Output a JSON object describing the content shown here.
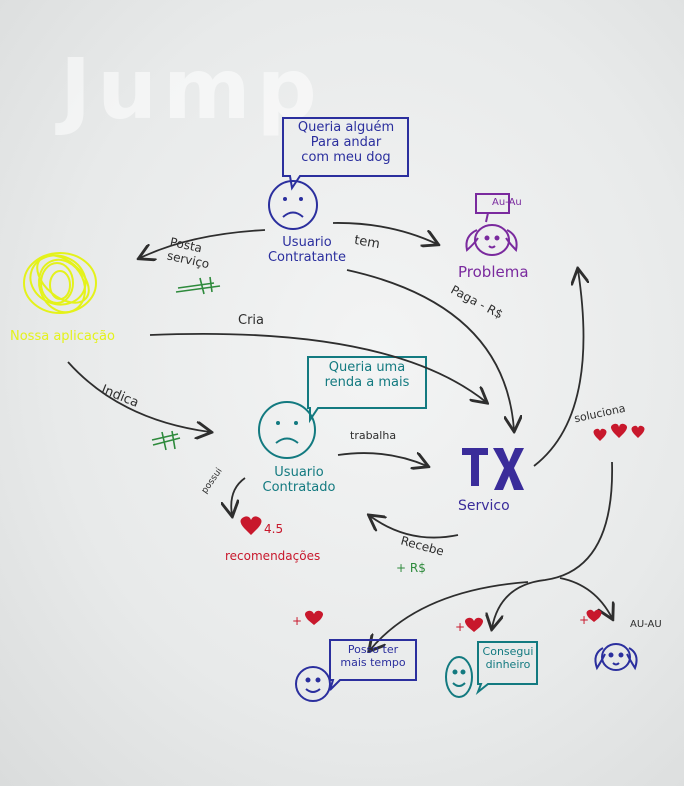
{
  "watermark": "Jump",
  "actors": {
    "contratante": {
      "bubble": "Queria alguém\nPara andar\ncom meu dog",
      "label": "Usuario\nContratante",
      "face": "sad-face-icon"
    },
    "contratado": {
      "bubble": "Queria uma\nrenda a mais",
      "label": "Usuario\nContratado",
      "face": "sad-face-icon"
    }
  },
  "nodes": {
    "app": "Nossa aplicação",
    "problema": "Problema",
    "problema_bubble": "Au-Au",
    "servico": "Servico",
    "servico_logo": "TX"
  },
  "edges": {
    "posta_servico": "Posta\nserviço",
    "tem": "tem",
    "cria": "Cria",
    "paga": "Paga - R$",
    "indica": "Indica",
    "trabalha": "trabalha",
    "possui": "possui",
    "recebe": "Recebe",
    "recebe_money": "+ R$",
    "soluciona": "soluciona"
  },
  "rating": {
    "value": "4.5",
    "label": "recomendações"
  },
  "outcomes": [
    {
      "plus": "+",
      "bubble": "Posso ter\nmais tempo"
    },
    {
      "plus": "+",
      "bubble": "Consegui\ndinheiro"
    },
    {
      "plus": "+",
      "bubble": "AU-AU"
    }
  ],
  "colors": {
    "ink": "#2e2e2e",
    "blue": "#2b2f9e",
    "teal": "#137a80",
    "purple": "#7a2a9e",
    "yellow": "#e4f21a",
    "green": "#2e8a3c",
    "red": "#c8182c"
  }
}
